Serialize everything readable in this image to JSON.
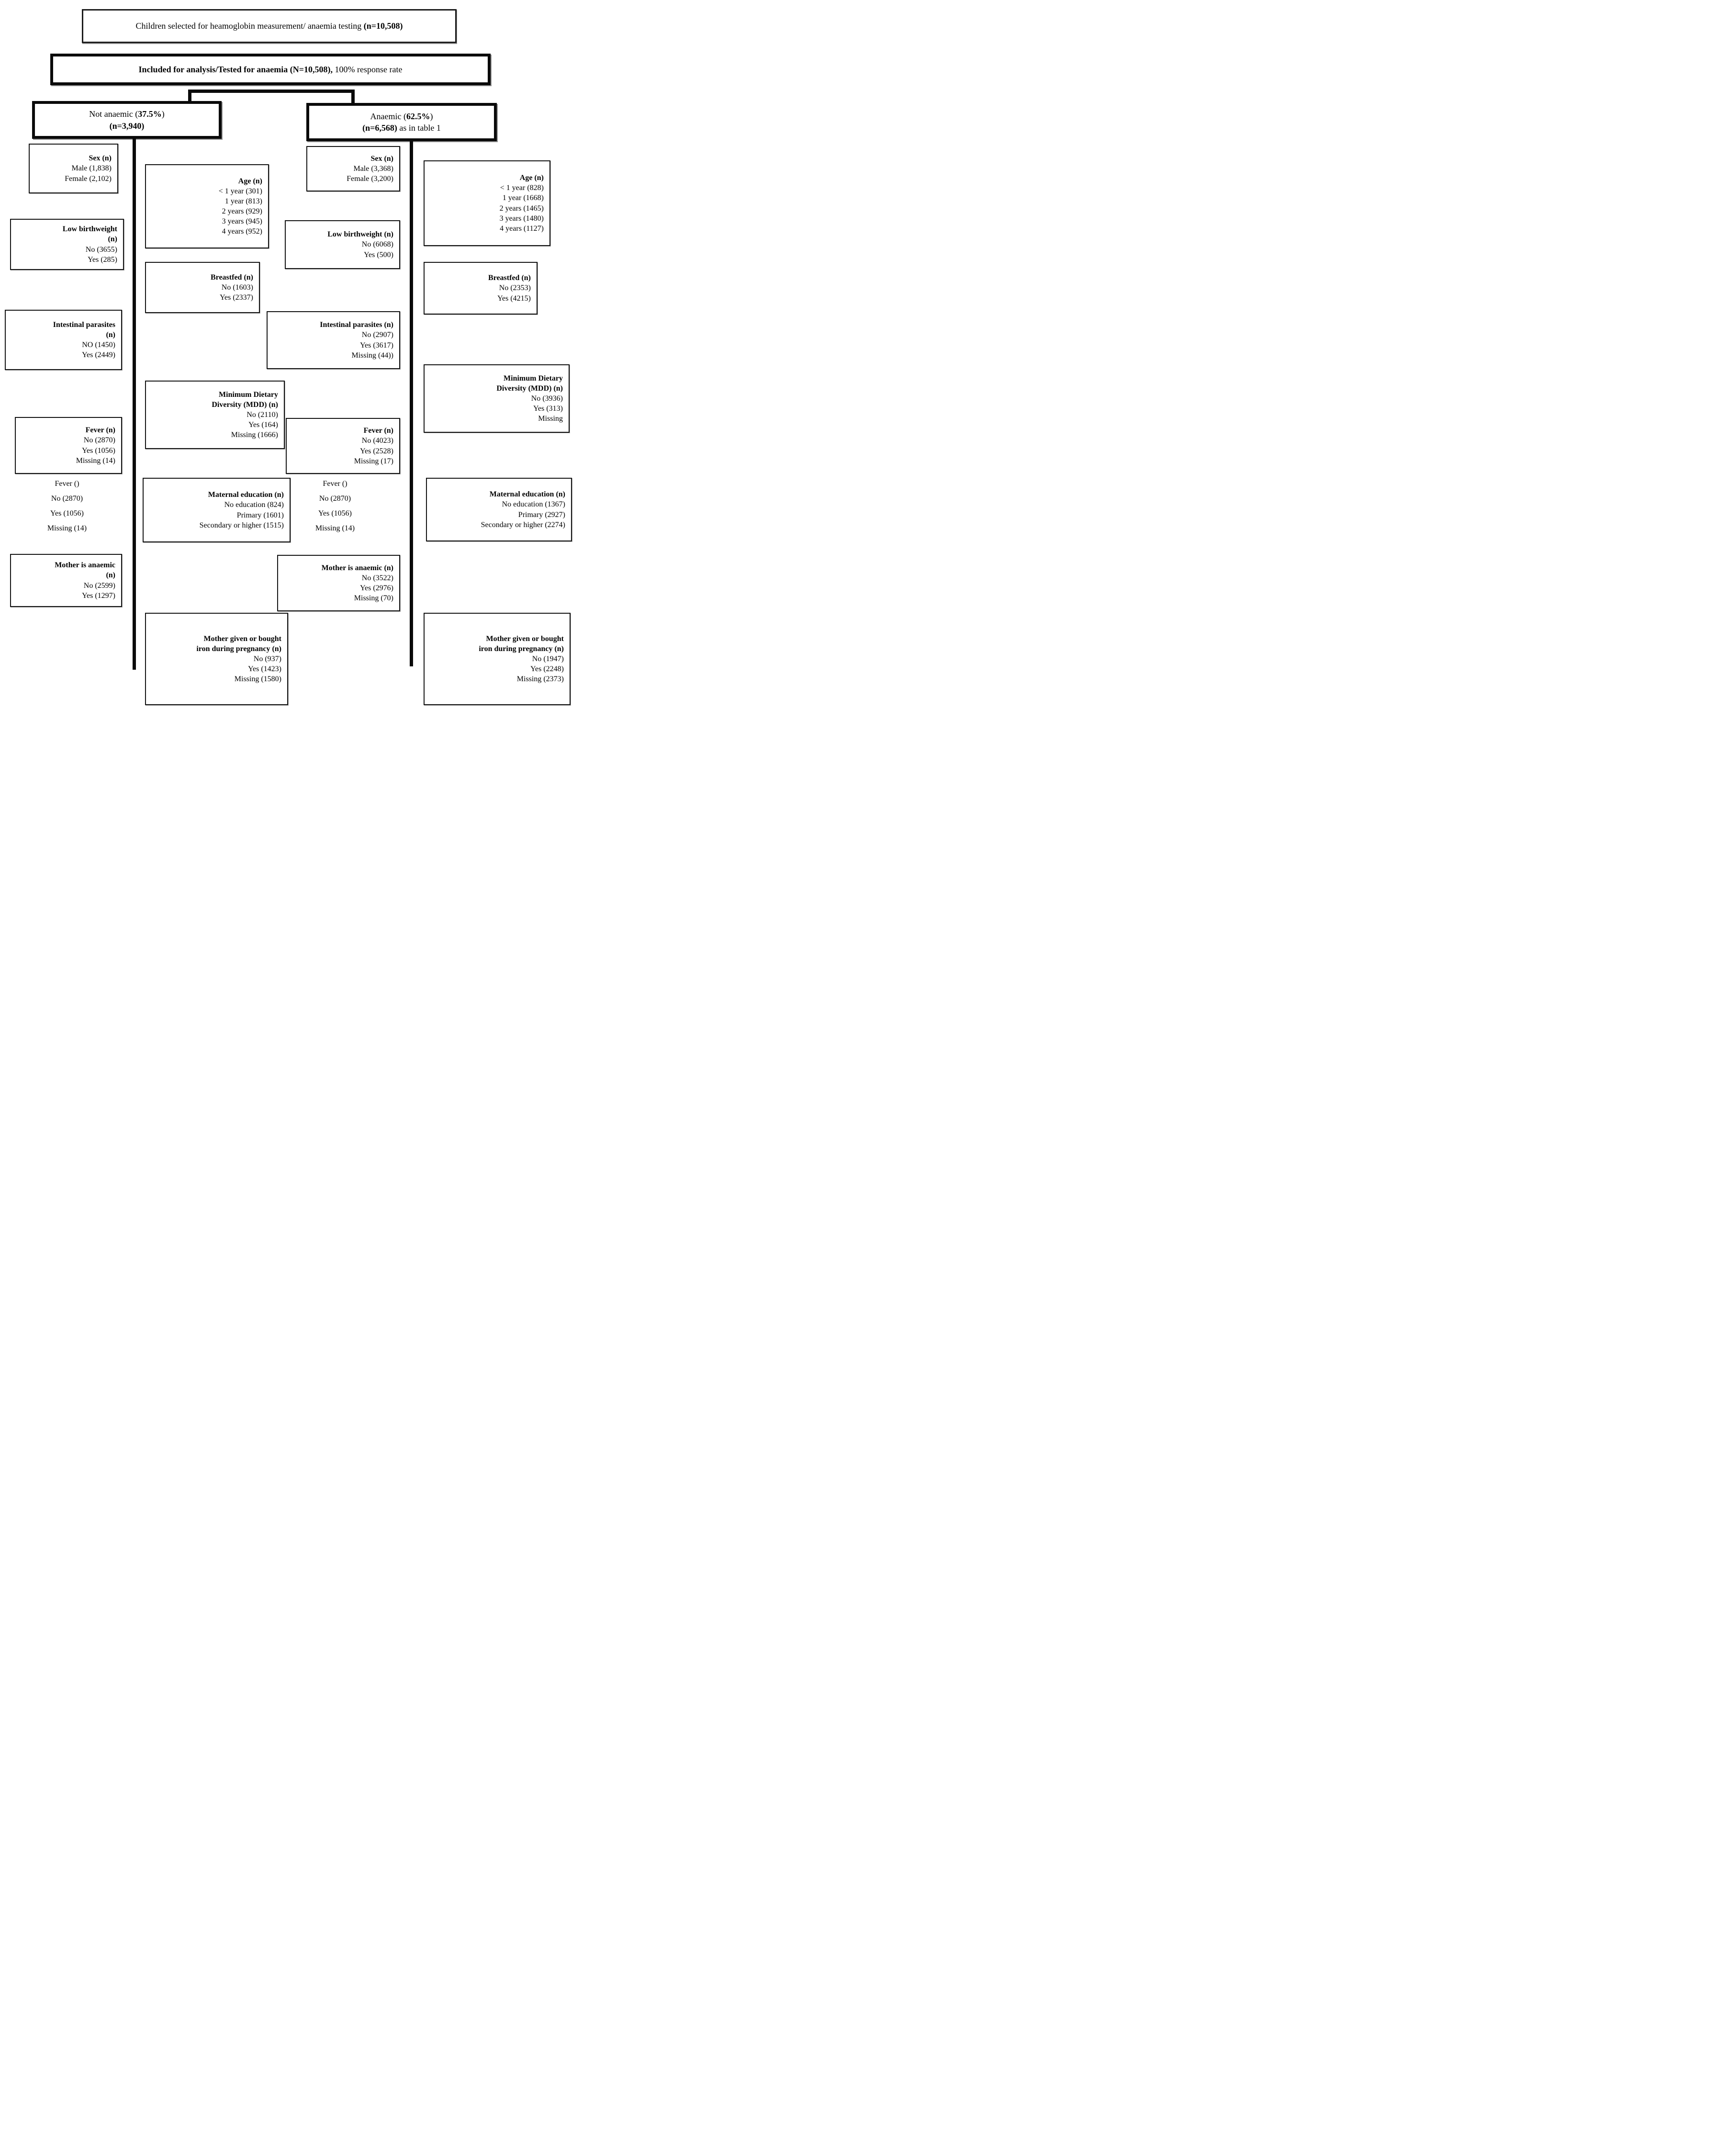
{
  "flow": {
    "top": {
      "text": "Children selected for heamoglobin measurement/ anaemia testing ",
      "n": "(n=10,508)"
    },
    "included": {
      "bold": "Included for analysis/Tested for anaemia (N=10,508),",
      "rest": " 100% response rate"
    },
    "not_anaemic": {
      "pre": "Not anaemic (",
      "pct": "37.5%",
      "post": ")",
      "n_line": "(n=3,940)"
    },
    "anaemic": {
      "pre": "Anaemic (",
      "pct": "62.5%",
      "post": ")",
      "n_bold": "(n=6,568)",
      "n_rest": " as in table 1"
    }
  },
  "boxes": {
    "sexL": {
      "title": "Sex (n)",
      "lines": [
        "Male (1,838)",
        "Female (2,102)"
      ]
    },
    "lbwL": {
      "title": "Low birthweight",
      "title2": "(n)",
      "lines": [
        "No (3655)",
        "Yes (285)"
      ]
    },
    "ipL": {
      "title": "Intestinal parasites",
      "title2": "(n)",
      "lines": [
        "NO (1450)",
        "Yes (2449)"
      ]
    },
    "feverL": {
      "title": "Fever (n)",
      "lines": [
        "No (2870)",
        "Yes (1056)",
        "Missing (14)"
      ]
    },
    "feverTextL": {
      "title": "Fever ()",
      "lines": [
        "No (2870)",
        "Yes (1056)",
        "Missing (14)"
      ]
    },
    "maL": {
      "title": "Mother is anaemic",
      "title2": "(n)",
      "lines": [
        "No (2599)",
        "Yes (1297)"
      ]
    },
    "ageM": {
      "title": "Age (n)",
      "lines": [
        "< 1 year (301)",
        "1 year (813)",
        "2 years (929)",
        "3 years (945)",
        "4 years (952)"
      ]
    },
    "bfM": {
      "title": "Breastfed (n)",
      "lines": [
        "No (1603)",
        "Yes (2337)"
      ]
    },
    "mddM": {
      "title": "Minimum Dietary",
      "title2": "Diversity (MDD) (n)",
      "lines": [
        "No (2110)",
        "Yes (164)",
        "Missing (1666)"
      ]
    },
    "meM": {
      "title": "Maternal education (n)",
      "lines": [
        "No education (824)",
        "Primary (1601)",
        "Secondary or higher (1515)"
      ]
    },
    "ironM": {
      "title": "Mother given or bought",
      "title2": "iron during pregnancy (n)",
      "lines": [
        "No (937)",
        "Yes (1423)",
        "Missing (1580)"
      ]
    },
    "sexR": {
      "title": "Sex (n)",
      "lines": [
        "Male (3,368)",
        "Female (3,200)"
      ]
    },
    "lbwR": {
      "title": "Low birthweight (n)",
      "lines": [
        "No (6068)",
        "Yes (500)"
      ]
    },
    "ipR": {
      "title": "Intestinal parasites (n)",
      "lines": [
        "No (2907)",
        "Yes (3617)",
        "Missing (44))"
      ]
    },
    "feverR": {
      "title": "Fever (n)",
      "lines": [
        "No (4023)",
        "Yes (2528)",
        "Missing (17)"
      ]
    },
    "feverTextR": {
      "title": "Fever ()",
      "lines": [
        "No (2870)",
        "Yes (1056)",
        "Missing (14)"
      ]
    },
    "maR": {
      "title": "Mother is anaemic (n)",
      "lines": [
        "No (3522)",
        "Yes (2976)",
        "Missing (70)"
      ]
    },
    "ageR": {
      "title": "Age (n)",
      "lines": [
        "< 1 year (828)",
        "1 year (1668)",
        "2 years (1465)",
        "3 years (1480)",
        "4 years (1127)"
      ]
    },
    "bfR": {
      "title": "Breastfed (n)",
      "lines": [
        "No (2353)",
        "Yes (4215)"
      ]
    },
    "mddR": {
      "title": "Minimum Dietary",
      "title2": "Diversity (MDD) (n)",
      "lines": [
        "No (3936)",
        "Yes (313)",
        "Missing"
      ]
    },
    "meR": {
      "title": "Maternal education (n)",
      "lines": [
        "No education (1367)",
        "Primary (2927)",
        "Secondary or higher (2274)"
      ]
    },
    "ironR": {
      "title": "Mother given or bought",
      "title2": "iron during pregnancy (n)",
      "lines": [
        "No (1947)",
        "Yes (2248)",
        "Missing (2373)"
      ]
    }
  }
}
